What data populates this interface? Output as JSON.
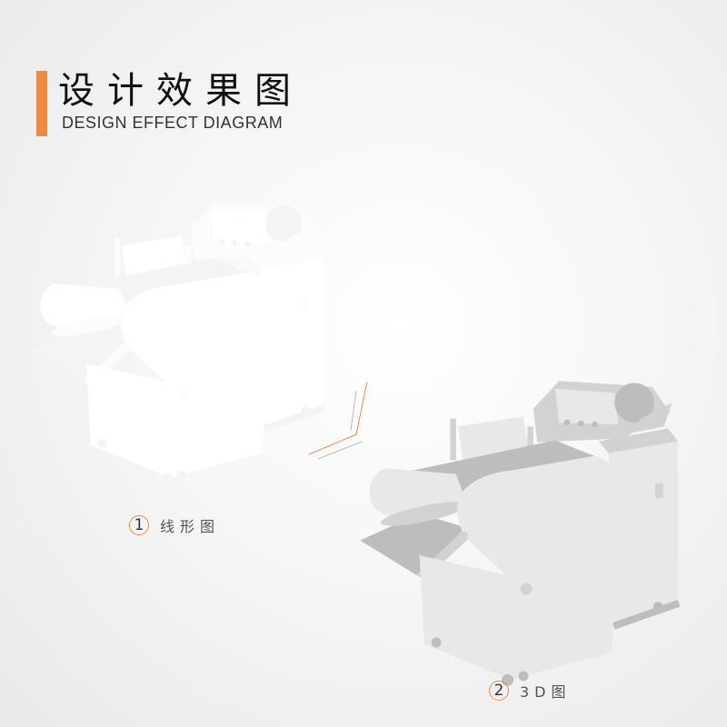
{
  "header": {
    "title_cn": "设计效果图",
    "title_en": "DESIGN EFFECT DIAGRAM",
    "accent_color": "#ef8a42"
  },
  "views": [
    {
      "number": "1",
      "label": "线形图"
    },
    {
      "number": "2",
      "label": "3D图"
    }
  ]
}
